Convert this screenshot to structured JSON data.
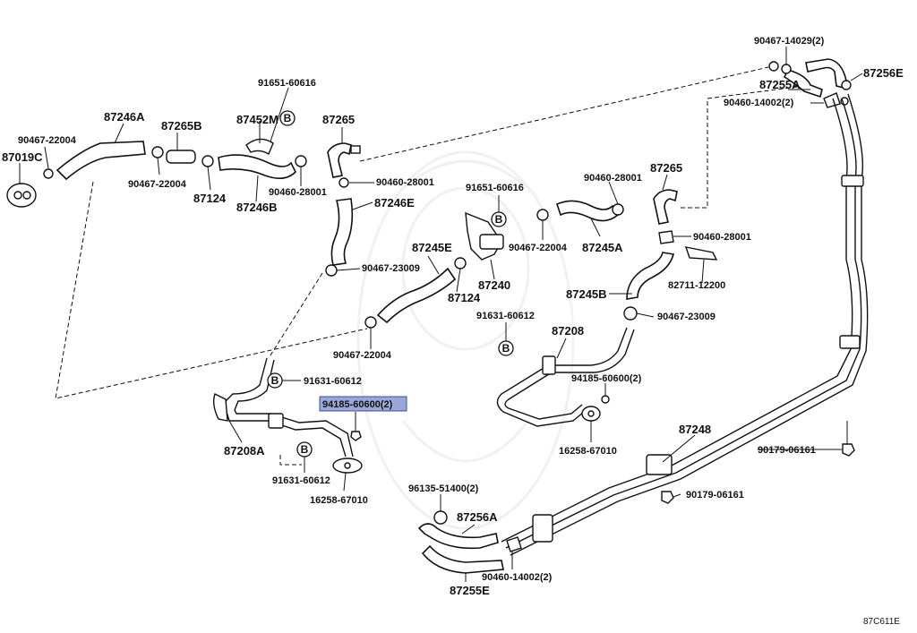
{
  "diagram_ref": "87C611E",
  "marker_letter": "B",
  "highlight_color": "#9aa8d8",
  "labels": {
    "p90467_14029": "90467-14029(2)",
    "p87256E": "87256E",
    "p87255A_top": "87255A",
    "p90460_14002_top": "90460-14002(2)",
    "p91651_60616_a": "91651-60616",
    "p87246A": "87246A",
    "p87452M": "87452M",
    "p87265_a": "87265",
    "p87265B": "87265B",
    "p90467_22004_a": "90467-22004",
    "p87019C": "87019C",
    "p90467_22004_b": "90467-22004",
    "p87124_a": "87124",
    "p87246B": "87246B",
    "p90460_28001_a": "90460-28001",
    "p90460_28001_b": "90460-28001",
    "p87246E": "87246E",
    "p91651_60616_b": "91651-60616",
    "p90460_28001_c": "90460-28001",
    "p87265_b": "87265",
    "p90467_22004_c": "90467-22004",
    "p87245A": "87245A",
    "p90460_28001_d": "90460-28001",
    "p87245E": "87245E",
    "p90467_23009_a": "90467-23009",
    "p82711_12200": "82711-12200",
    "p87124_b": "87124",
    "p87240": "87240",
    "p87245B": "87245B",
    "p91631_60612_a": "91631-60612",
    "p90467_23009_b": "90467-23009",
    "p87208": "87208",
    "p90467_22004_d": "90467-22004",
    "p91631_60612_b": "91631-60612",
    "p94185_60600_a": "94185-60600(2)",
    "p94185_60600_hl": "94185-60600(2)",
    "p16258_67010_a": "16258-67010",
    "p87208A": "87208A",
    "p87248": "87248",
    "p90179_06161_a": "90179-06161",
    "p91631_60612_c": "91631-60612",
    "p16258_67010_b": "16258-67010",
    "p96135_51400": "96135-51400(2)",
    "p90179_06161_b": "90179-06161",
    "p87256A": "87256A",
    "p90460_14002_bot": "90460-14002(2)",
    "p87255E": "87255E"
  }
}
